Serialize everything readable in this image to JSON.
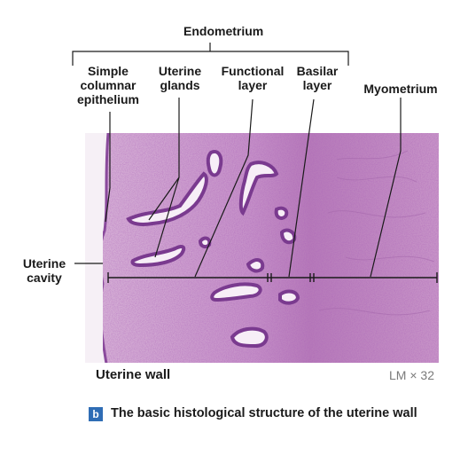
{
  "labels": {
    "endometrium": "Endometrium",
    "simple_columnar_epithelium": "Simple\ncolumnar\nepithelium",
    "uterine_glands": "Uterine\nglands",
    "functional_layer": "Functional\nlayer",
    "basilar_layer": "Basilar\nlayer",
    "myometrium": "Myometrium",
    "uterine_cavity": "Uterine\ncavity"
  },
  "micrograph": {
    "title": "Uterine wall",
    "magnification": "LM × 32"
  },
  "caption": {
    "panel_letter": "b",
    "text": "The basic histological structure of the uterine wall"
  },
  "colors": {
    "panel_badge": "#2f6db5",
    "tissue_functional": "#c08cc2",
    "tissue_basilar": "#a96ab0",
    "tissue_myometrium": "#c693c6",
    "gland_wall": "#7a3a8f",
    "leader_line": "#1a1a1a"
  }
}
